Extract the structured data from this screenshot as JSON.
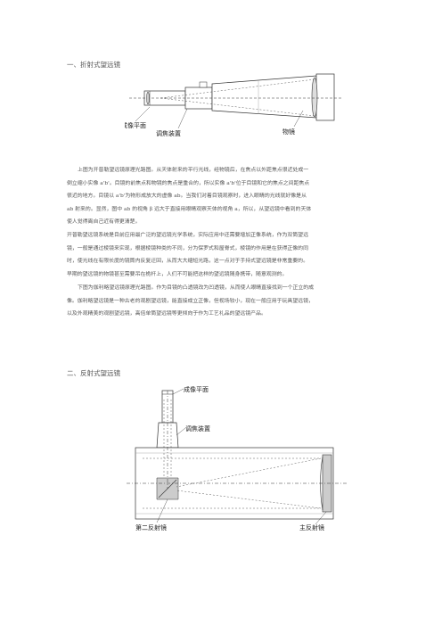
{
  "section1": {
    "title": "一、折射式望远镜"
  },
  "figure1": {
    "labels": {
      "image_plane": "成像平面",
      "focus_device": "调焦装置",
      "objective": "物镜"
    }
  },
  "paragraph1": {
    "lines": [
      "上图为开普勒望远镜原理光路图。从天体射来的平行光线，经物镜后，在焦点以外距焦点很近处成一",
      "倒立缩小实像 a'b'。目镜的前焦点和物镜的焦点是重合的，所以实像 a'b'位于目镜和它的焦点之间距焦点",
      "很近的地方。目镜以 a'b'为物形成放大的虚像 ab。当我们对着目镜观察时，进入眼睛的光线就好像是从",
      "ab 射来的。显然，图中 ab 的视角 β 远大于直接用眼睛观察天体的视角 a，所以，从望远镜中看到的天体",
      "使人觉得离自己近有得更清楚。"
    ]
  },
  "paragraph2": {
    "lines": [
      "开普勒望远镜系统是目前应用最广泛的望远镜光学系统，实际应用中还需要增加正像系统，作为双筒望远",
      "镜，一般是通过棱镜来实现，根据棱镜种类的不同，分为保罗式和屋脊式，棱镜的作用是在获得正像的同",
      "时，使光线在有限长度的镜筒内反复迂回，从而大大缩短光路，这一点对于手持式望远镜是非常重要的。",
      "早期的望远镜的物镜甚至需要吊在桅杆上，人们不可能把这样的望远镜随身携带，随意观测的。"
    ]
  },
  "paragraph3": {
    "lines": [
      "下图为伽利略望远镜原理光路图。作为目镜的凸透镜改为凹透镜，从而使人眼睛直接找到一个正立的成",
      "像。伽利略望远镜是一种古老的观剧望远镜，能直接成立正像，但视场较小，现在一般应用于玩具望远镜，",
      "以及外观精美的观剧望远镜，高倍单筒望远镜等更倾向于作为工艺礼品的望远镜产品。"
    ]
  },
  "section2": {
    "title": "二、反射式望远镜"
  },
  "figure2": {
    "labels": {
      "image_plane": "成像平面",
      "focus_device": "调焦装置",
      "secondary_mirror": "第二反射镜",
      "primary_mirror": "主反射镜"
    }
  }
}
